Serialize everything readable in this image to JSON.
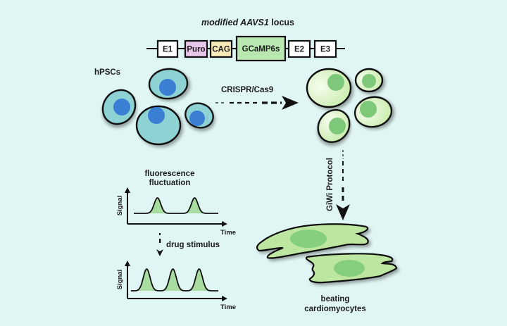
{
  "locus": {
    "title": "modified AAVS1 locus",
    "title_prefix": "modified ",
    "title_gene": "AAVS1",
    "title_suffix": " locus",
    "elements": [
      {
        "label": "E1",
        "color": "#ffffff"
      },
      {
        "label": "Puro",
        "color": "#e6c6e8"
      },
      {
        "label": "CAG",
        "color": "#f7e8b8"
      },
      {
        "label": "GCaMP6s",
        "color": "#b8e8b0"
      },
      {
        "label": "E2",
        "color": "#ffffff"
      },
      {
        "label": "E3",
        "color": "#ffffff"
      }
    ]
  },
  "stem_cells": {
    "label": "hPSCs",
    "cell_color": "#8fd2d4",
    "nucleus_color": "#3a7fd4"
  },
  "crispr": {
    "label": "CRISPR/Cas9"
  },
  "engineered_cells": {
    "cell_color": "#d8f2c0",
    "nucleus_color": "#7ec87a"
  },
  "protocol": {
    "label": "GiWi Protocol"
  },
  "cardiomyocytes": {
    "label_line1": "beating",
    "label_line2": "cardiomyocytes",
    "cell_color": "#bde6a0",
    "nucleus_color": "#86cf7e"
  },
  "fluorescence": {
    "title_line1": "fluorescence",
    "title_line2": "fluctuation",
    "drug_label": "drug stimulus"
  },
  "chart_data": [
    {
      "type": "line",
      "title": "fluorescence fluctuation",
      "xlabel": "Time",
      "ylabel": "Signal",
      "fill_color": "#a8dca0",
      "baseline": 0,
      "peaks": [
        {
          "x": 0.28,
          "height": 1.0
        },
        {
          "x": 0.72,
          "height": 1.0
        }
      ]
    },
    {
      "type": "line",
      "title": "after drug stimulus",
      "xlabel": "Time",
      "ylabel": "Signal",
      "fill_color": "#a8dca0",
      "baseline": 0,
      "peaks": [
        {
          "x": 0.18,
          "height": 1.0
        },
        {
          "x": 0.48,
          "height": 1.0
        },
        {
          "x": 0.78,
          "height": 1.0
        }
      ]
    }
  ]
}
